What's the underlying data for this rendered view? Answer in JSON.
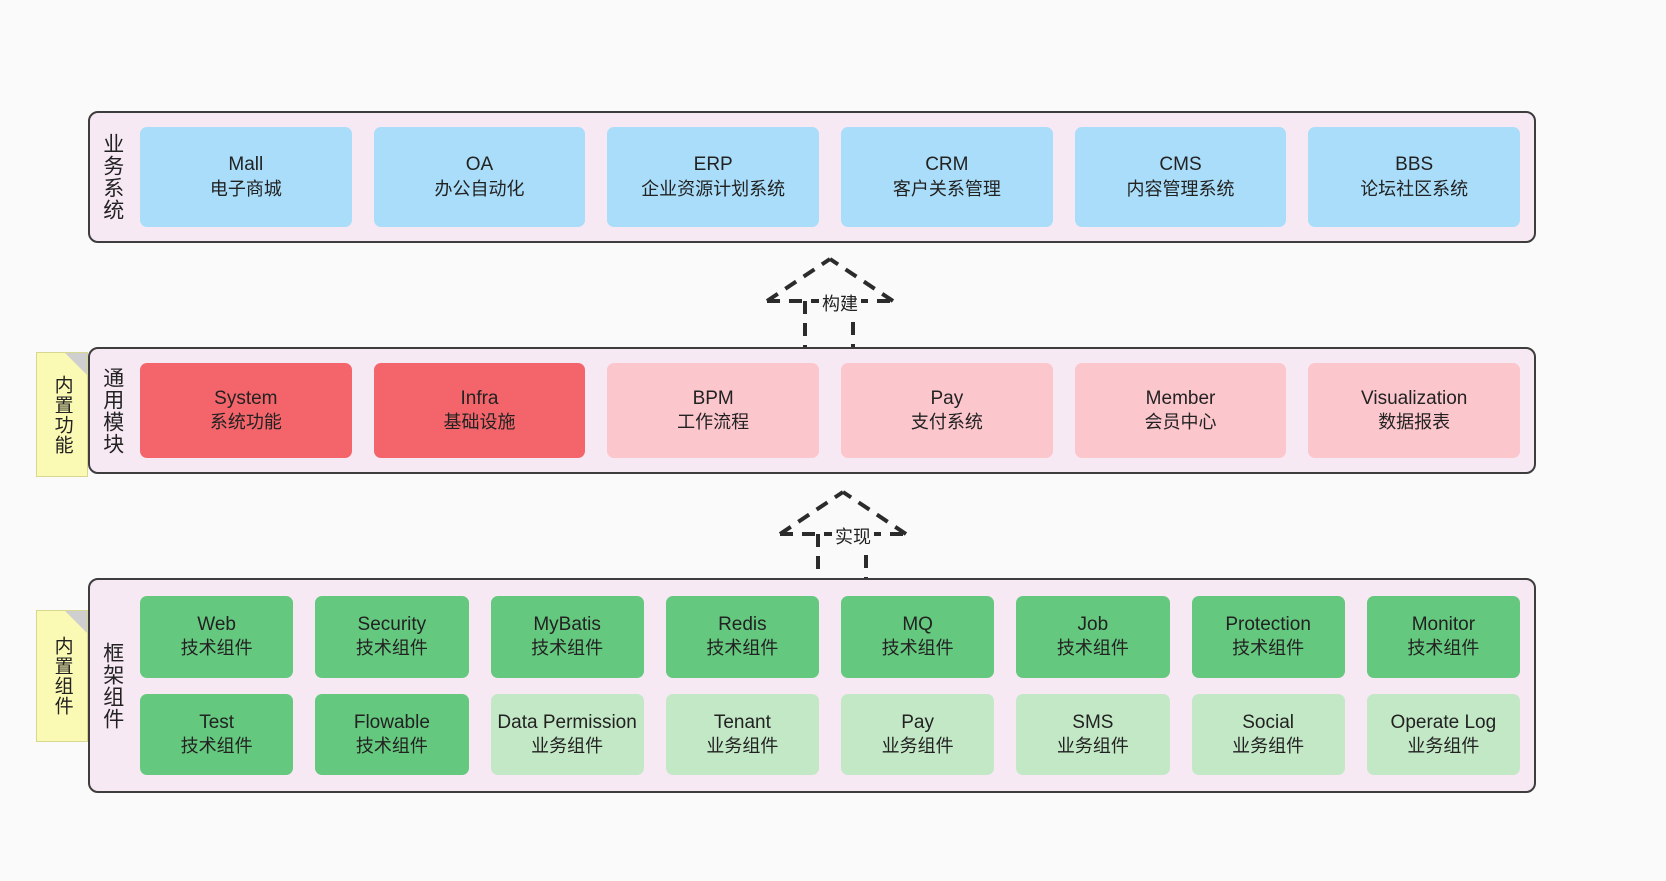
{
  "diagram": {
    "layers": [
      {
        "id": "business-systems",
        "title": "业务系统",
        "rows": [
          {
            "nodes": [
              {
                "title": "Mall",
                "sub": "电子商城",
                "style": "blue"
              },
              {
                "title": "OA",
                "sub": "办公自动化",
                "style": "blue"
              },
              {
                "title": "ERP",
                "sub": "企业资源计划系统",
                "style": "blue"
              },
              {
                "title": "CRM",
                "sub": "客户关系管理",
                "style": "blue"
              },
              {
                "title": "CMS",
                "sub": "内容管理系统",
                "style": "blue"
              },
              {
                "title": "BBS",
                "sub": "论坛社区系统",
                "style": "blue"
              }
            ]
          }
        ]
      },
      {
        "id": "common-modules",
        "title": "通用模块",
        "rows": [
          {
            "nodes": [
              {
                "title": "System",
                "sub": "系统功能",
                "style": "red"
              },
              {
                "title": "Infra",
                "sub": "基础设施",
                "style": "red"
              },
              {
                "title": "BPM",
                "sub": "工作流程",
                "style": "pink"
              },
              {
                "title": "Pay",
                "sub": "支付系统",
                "style": "pink"
              },
              {
                "title": "Member",
                "sub": "会员中心",
                "style": "pink"
              },
              {
                "title": "Visualization",
                "sub": "数据报表",
                "style": "pink"
              }
            ]
          }
        ]
      },
      {
        "id": "framework-components",
        "title": "框架组件",
        "rows": [
          {
            "nodes": [
              {
                "title": "Web",
                "sub": "技术组件",
                "style": "green"
              },
              {
                "title": "Security",
                "sub": "技术组件",
                "style": "green"
              },
              {
                "title": "MyBatis",
                "sub": "技术组件",
                "style": "green"
              },
              {
                "title": "Redis",
                "sub": "技术组件",
                "style": "green"
              },
              {
                "title": "MQ",
                "sub": "技术组件",
                "style": "green"
              },
              {
                "title": "Job",
                "sub": "技术组件",
                "style": "green"
              },
              {
                "title": "Protection",
                "sub": "技术组件",
                "style": "green"
              },
              {
                "title": "Monitor",
                "sub": "技术组件",
                "style": "green"
              }
            ]
          },
          {
            "nodes": [
              {
                "title": "Test",
                "sub": "技术组件",
                "style": "green"
              },
              {
                "title": "Flowable",
                "sub": "技术组件",
                "style": "green"
              },
              {
                "title": "Data Permission",
                "sub": "业务组件",
                "style": "lightgreen"
              },
              {
                "title": "Tenant",
                "sub": "业务组件",
                "style": "lightgreen"
              },
              {
                "title": "Pay",
                "sub": "业务组件",
                "style": "lightgreen"
              },
              {
                "title": "SMS",
                "sub": "业务组件",
                "style": "lightgreen"
              },
              {
                "title": "Social",
                "sub": "业务组件",
                "style": "lightgreen"
              },
              {
                "title": "Operate Log",
                "sub": "业务组件",
                "style": "lightgreen"
              }
            ]
          }
        ]
      }
    ],
    "notes": [
      {
        "id": "note-builtin-features",
        "text": "内置功能"
      },
      {
        "id": "note-builtin-components",
        "text": "内置组件"
      }
    ],
    "connectors": [
      {
        "id": "connector-build",
        "label": "构建"
      },
      {
        "id": "connector-implement",
        "label": "实现"
      }
    ],
    "colors": {
      "panel_background": "#f7e9f4",
      "panel_border": "#3d3d3d",
      "blue": "#aaddf9",
      "red": "#f4656b",
      "pink": "#fcc6cd",
      "green": "#65c87f",
      "lightgreen": "#c3e8c6",
      "note_yellow": "#fbfab4",
      "canvas_background": "#fafafa"
    }
  }
}
